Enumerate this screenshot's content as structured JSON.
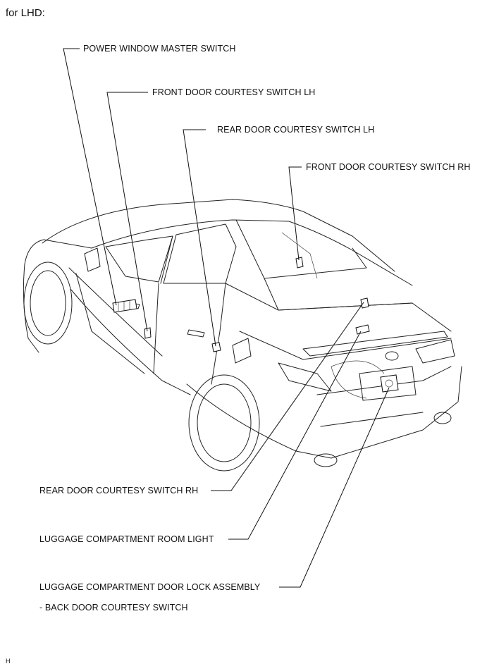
{
  "heading": "for LHD:",
  "labels": {
    "power_window_master_switch": "POWER WINDOW MASTER SWITCH",
    "front_door_courtesy_switch_lh": "FRONT DOOR COURTESY SWITCH  LH",
    "rear_door_courtesy_switch_lh": "REAR DOOR COURTESY SWITCH  LH",
    "front_door_courtesy_switch_rh": "FRONT DOOR COURTESY SWITCH RH",
    "rear_door_courtesy_switch_rh": "REAR DOOR COURTESY SWITCH  RH",
    "luggage_compartment_room_light": "LUGGAGE COMPARTMENT ROOM LIGHT",
    "luggage_compartment_door_lock_assembly": "LUGGAGE COMPARTMENT DOOR LOCK ASSEMBLY",
    "back_door_courtesy_switch": "-  BACK DOOR COURTESY SWITCH"
  },
  "figure_id": "H"
}
